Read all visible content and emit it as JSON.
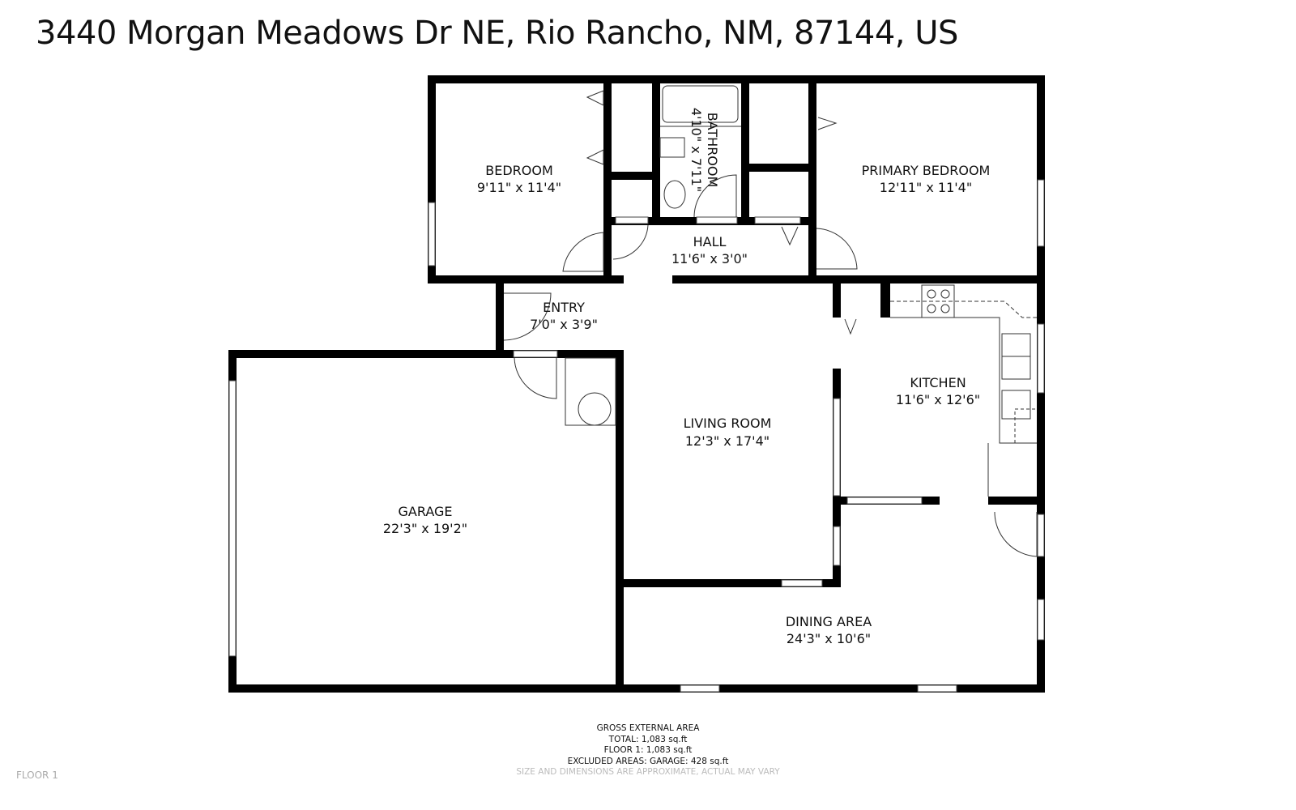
{
  "title": "3440 Morgan Meadows Dr NE, Rio Rancho, NM, 87144, US",
  "rooms": [
    {
      "name": "BEDROOM",
      "dims": "9'11\" x 11'4\""
    },
    {
      "name": "BATHROOM",
      "dims": "4'10\" x 7'11\""
    },
    {
      "name": "PRIMARY BEDROOM",
      "dims": "12'11\" x 11'4\""
    },
    {
      "name": "HALL",
      "dims": "11'6\" x 3'0\""
    },
    {
      "name": "ENTRY",
      "dims": "7'0\" x 3'9\""
    },
    {
      "name": "KITCHEN",
      "dims": "11'6\" x 12'6\""
    },
    {
      "name": "LIVING ROOM",
      "dims": "12'3\" x 17'4\""
    },
    {
      "name": "GARAGE",
      "dims": "22'3\" x 19'2\""
    },
    {
      "name": "DINING AREA",
      "dims": "24'3\" x 10'6\""
    }
  ],
  "area": {
    "heading": "GROSS EXTERNAL AREA",
    "total": "TOTAL: 1,083 sq.ft",
    "floor1": "FLOOR 1: 1,083 sq.ft",
    "excluded": "EXCLUDED AREAS: GARAGE: 428 sq.ft",
    "disclaimer": "SIZE AND DIMENSIONS ARE APPROXIMATE, ACTUAL MAY VARY"
  },
  "floor_label": "FLOOR 1"
}
